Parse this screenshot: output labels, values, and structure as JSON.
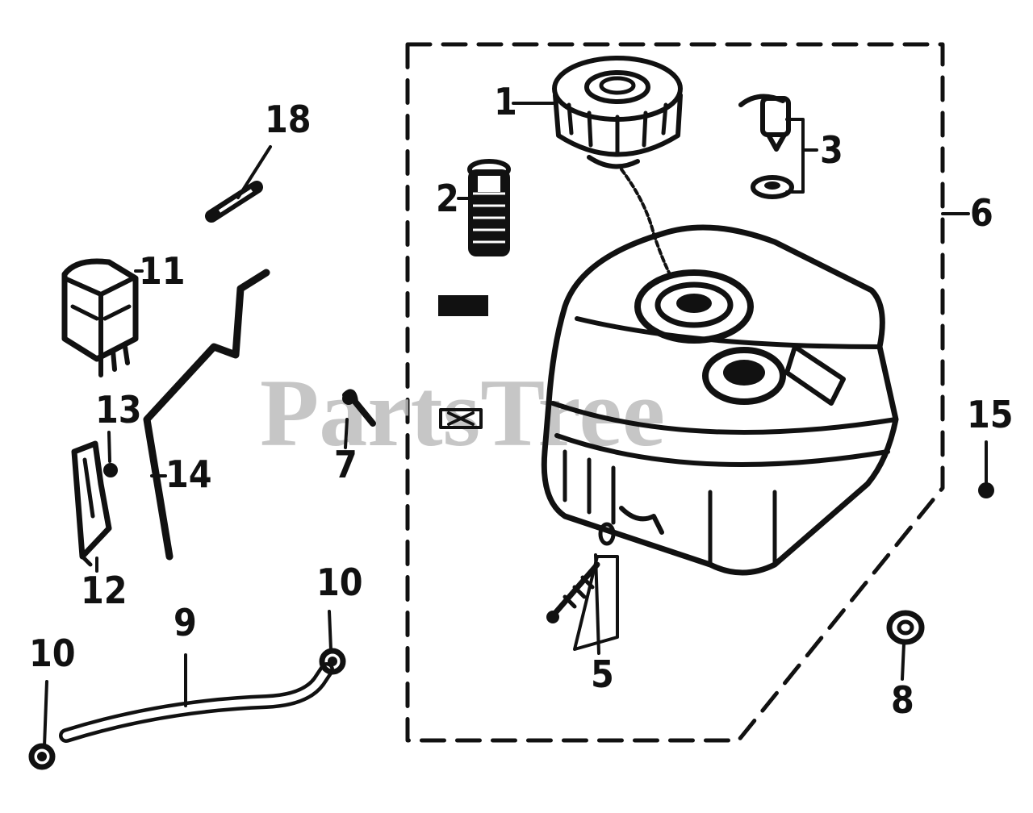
{
  "watermark": {
    "text": "PartsTree",
    "color": "#bdbdbd"
  },
  "callouts": [
    {
      "id": "1",
      "label": "1"
    },
    {
      "id": "2",
      "label": "2"
    },
    {
      "id": "3",
      "label": "3"
    },
    {
      "id": "5",
      "label": "5"
    },
    {
      "id": "6",
      "label": "6"
    },
    {
      "id": "7",
      "label": "7"
    },
    {
      "id": "8",
      "label": "8"
    },
    {
      "id": "9",
      "label": "9"
    },
    {
      "id": "10a",
      "label": "10"
    },
    {
      "id": "10b",
      "label": "10"
    },
    {
      "id": "11",
      "label": "11"
    },
    {
      "id": "12",
      "label": "12"
    },
    {
      "id": "13",
      "label": "13"
    },
    {
      "id": "14",
      "label": "14"
    },
    {
      "id": "15",
      "label": "15"
    },
    {
      "id": "18",
      "label": "18"
    }
  ],
  "colors": {
    "ink": "#111111",
    "background": "#ffffff"
  }
}
